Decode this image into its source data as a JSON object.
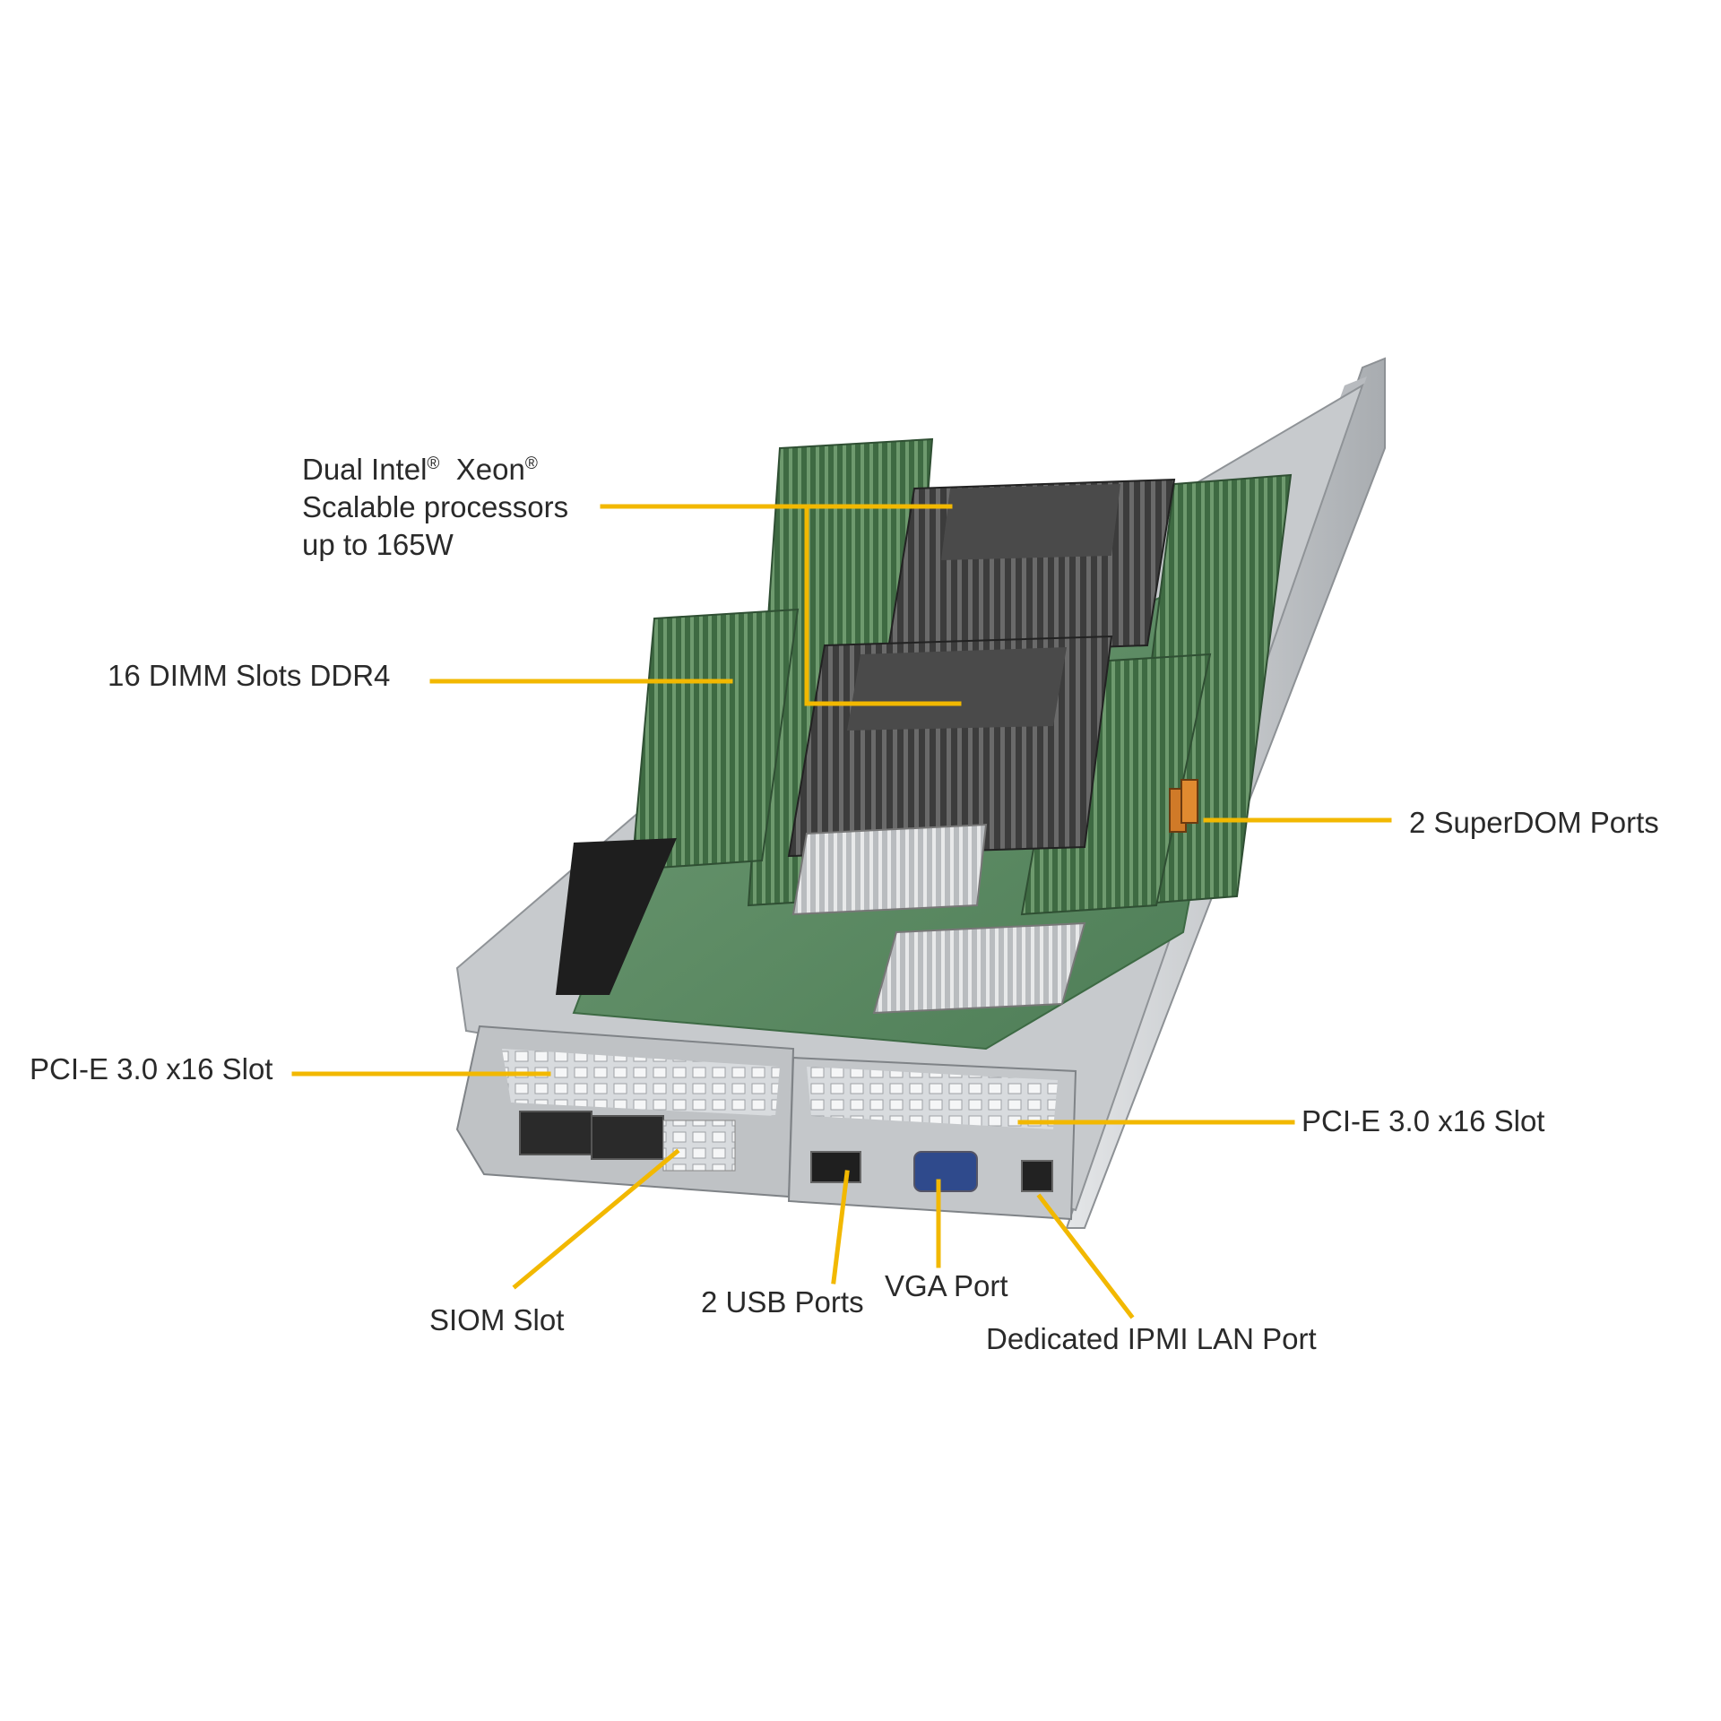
{
  "callouts": {
    "cpu": {
      "line1_a": "Dual Intel",
      "line1_reg1": "®",
      "line1_b": "Xeon",
      "line1_reg2": "®",
      "line2": "Scalable processors",
      "line3": "up to 165W"
    },
    "dimm": "16 DIMM Slots DDR4",
    "superdom": "2 SuperDOM Ports",
    "pcie_left": "PCI-E 3.0 x16 Slot",
    "pcie_right": "PCI-E 3.0 x16 Slot",
    "siom": "SIOM Slot",
    "usb": "2 USB Ports",
    "vga": "VGA Port",
    "ipmi": "Dedicated IPMI  LAN Port"
  },
  "colors": {
    "leader_line": "#f2b800",
    "label_text": "#2a2a2a",
    "chassis_metal": "#c9ccd0",
    "pcb_green": "#5b8a62",
    "heatsink": "#4a4a4a"
  }
}
